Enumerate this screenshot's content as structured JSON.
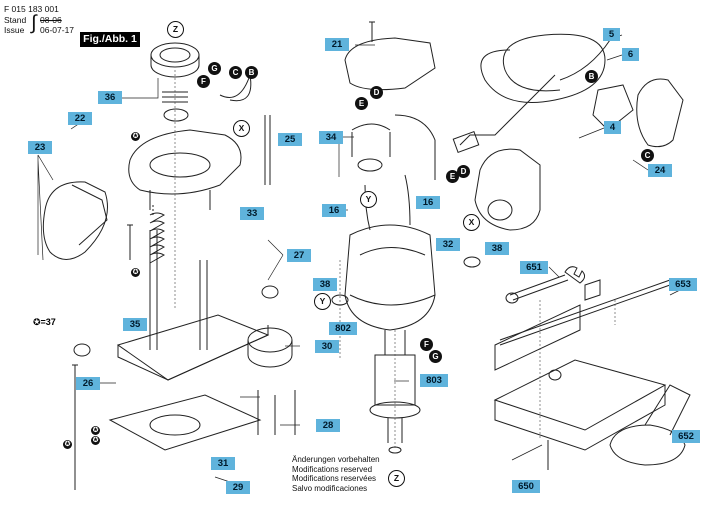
{
  "header": {
    "part_number": "F 015 183 001",
    "stand_label": "Stand",
    "stand_old": "08-06",
    "issue_label": "Issue",
    "issue_date": "06-07-17",
    "figure": "Fig./Abb. 1"
  },
  "callouts": {
    "c4": "4",
    "c5": "5",
    "c6": "6",
    "c16a": "16",
    "c16b": "16",
    "c21": "21",
    "c22": "22",
    "c23": "23",
    "c24": "24",
    "c25": "25",
    "c26": "26",
    "c27": "27",
    "c28": "28",
    "c29": "29",
    "c30": "30",
    "c31": "31",
    "c32": "32",
    "c33": "33",
    "c34": "34",
    "c35": "35",
    "c36": "36",
    "c38a": "38",
    "c38b": "38",
    "c650": "650",
    "c651": "651",
    "c652": "652",
    "c653": "653",
    "c802": "802",
    "c803": "803"
  },
  "connectors": {
    "b1": "B",
    "b2": "B",
    "c1": "C",
    "c2": "C",
    "d1": "D",
    "d2": "D",
    "e1": "E",
    "e2": "E",
    "f1": "F",
    "f2": "F",
    "g1": "G",
    "g2": "G"
  },
  "refs": {
    "x1": "X",
    "x2": "X",
    "y1": "Y",
    "y2": "Y",
    "z1": "Z",
    "z2": "Z"
  },
  "legend": {
    "symbol": "✪",
    "text": "=37"
  },
  "notice": [
    "Änderungen vorbehalten",
    "Modifications reserved",
    "Modifications reservées",
    "Salvo modificaciones"
  ]
}
